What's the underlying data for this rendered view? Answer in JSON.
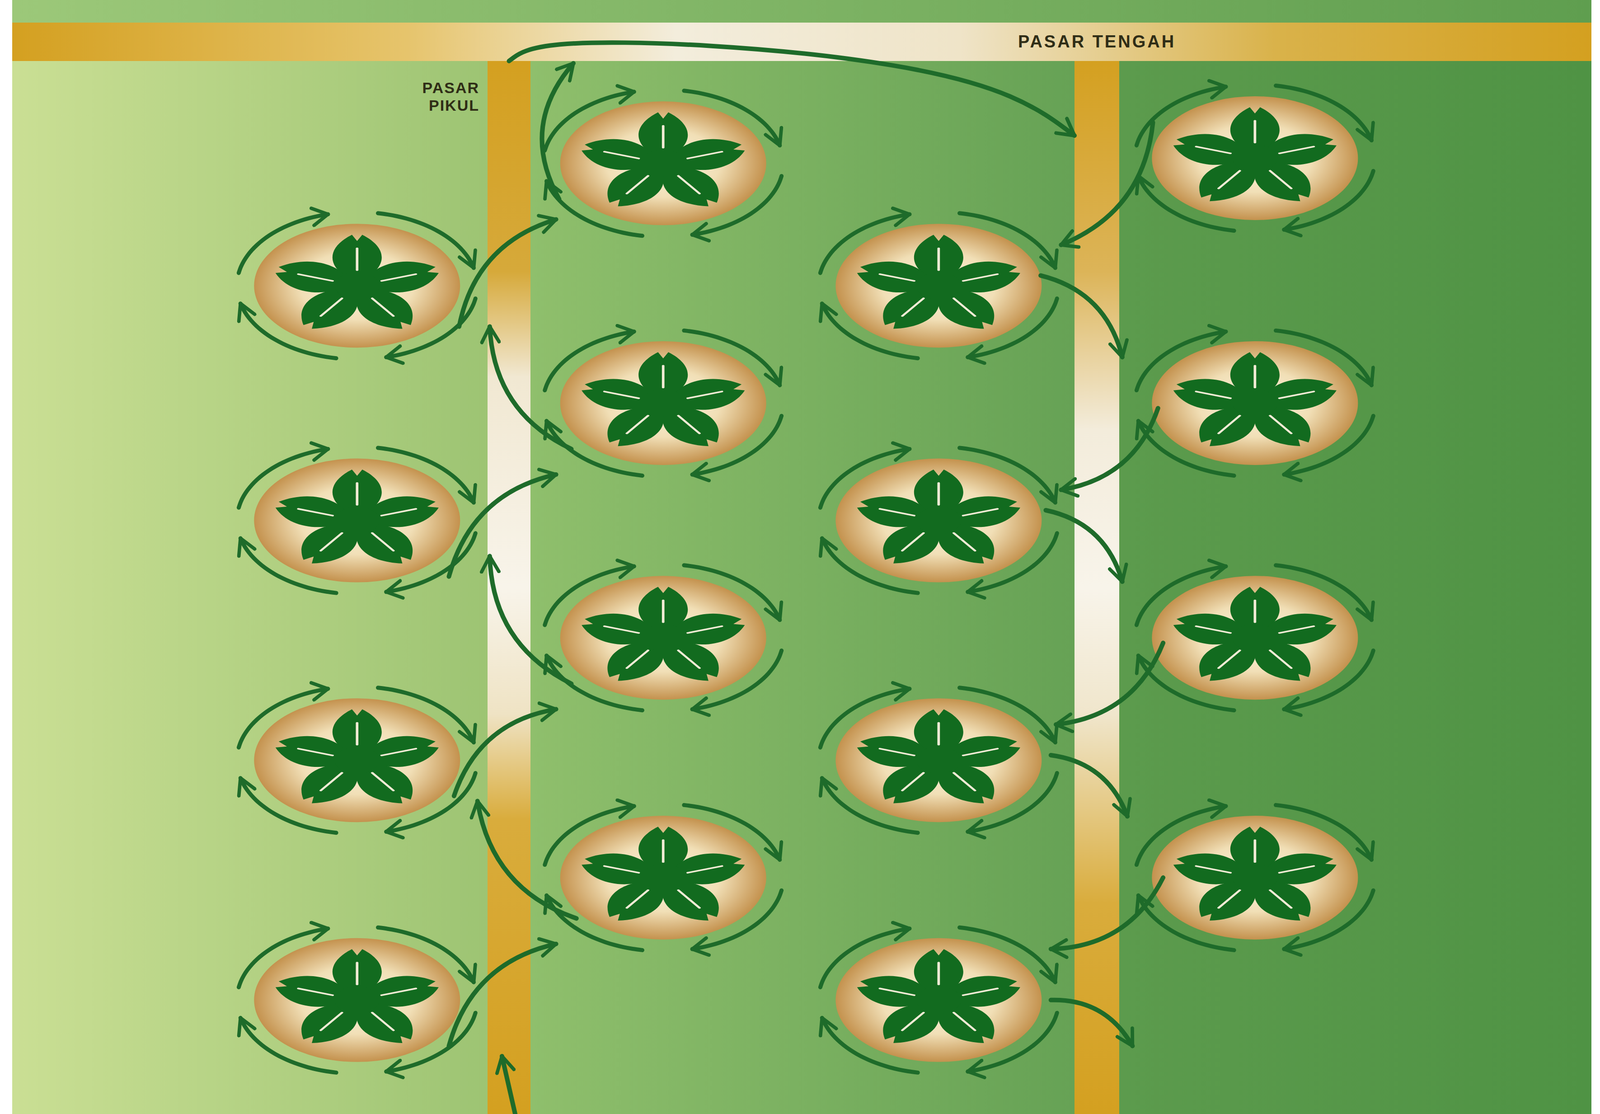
{
  "diagram": {
    "nodes": [
      {
        "text": [
          "PASAR TENGAH"
        ]
      },
      {
        "text": [
          "PASAR PIKUL"
        ]
      }
    ],
    "edges": [
      {
        "from": 1,
        "to": 0,
        "arrow": "to"
      }
    ]
  }
}
